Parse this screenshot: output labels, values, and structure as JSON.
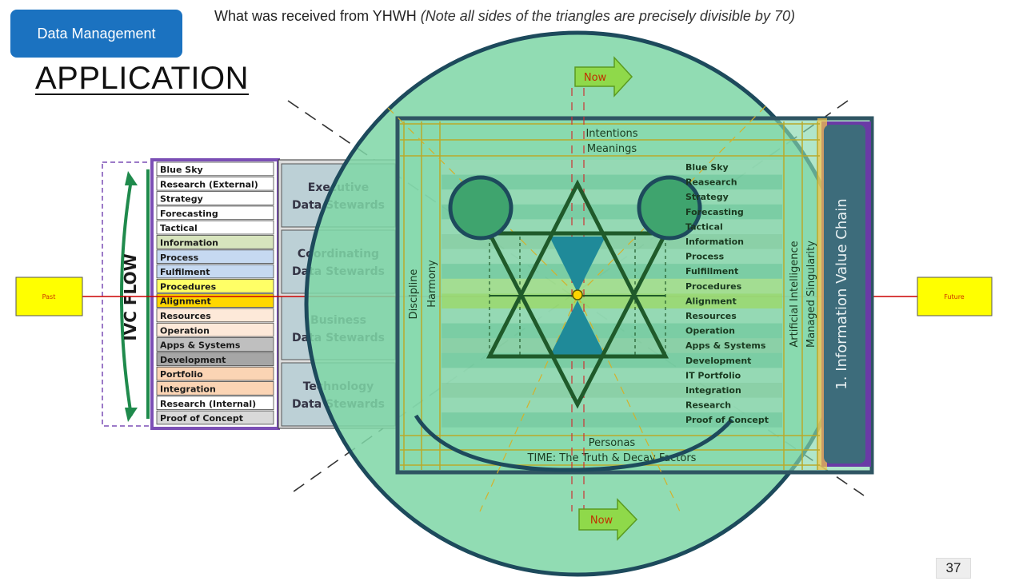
{
  "header": {
    "badge": "Data Management",
    "title_main": "What was received from YHWH ",
    "title_note": "(Note all sides of the triangles are precisely divisible by 70)",
    "app_title": "APPLICATION"
  },
  "timeline": {
    "past": "Past",
    "future": "Future",
    "now_top": "Now",
    "now_bottom": "Now"
  },
  "ivc_flow_label": "IVC FLOW",
  "left_list": [
    "Blue Sky",
    "Research (External)",
    "Strategy",
    "Forecasting",
    "Tactical",
    "Information",
    "Process",
    "Fulfilment",
    "Procedures",
    "Alignment",
    "Resources",
    "Operation",
    "Apps & Systems",
    "Development",
    "Portfolio",
    "Integration",
    "Research (Internal)",
    "Proof of Concept"
  ],
  "left_list_colors": [
    "#ffffff",
    "#ffffff",
    "#ffffff",
    "#ffffff",
    "#ffffff",
    "#d7e4bd",
    "#c6d9f1",
    "#c6d9f1",
    "#ffff66",
    "#ffd700",
    "#fde9d9",
    "#fde9d9",
    "#bfbfbf",
    "#a6a6a6",
    "#fbd4b4",
    "#fbd4b4",
    "#ffffff",
    "#d9d9d9"
  ],
  "stewards": [
    "Executive Data Stewards",
    "Coordinating Data Stewards",
    "Business Data Stewards",
    "Technology Data Stewards"
  ],
  "frame": {
    "top1": "Intentions",
    "top2": "Meanings",
    "bottom1": "Personas",
    "bottom2": "TIME: The Truth & Decay Factors",
    "left1": "Discipline",
    "left2": "Harmony",
    "right1": "Artificial Intelligence",
    "right2": "Managed Singularity",
    "chain": "1. Information Value Chain"
  },
  "right_list": [
    "Blue Sky",
    "Reasearch",
    "Strategy",
    "Forecasting",
    "Tactical",
    "Information",
    "Process",
    "Fulfillment",
    "Procedures",
    "Alignment",
    "Resources",
    "Operation",
    "Apps & Systems",
    "Development",
    "IT Portfolio",
    "Integration",
    "Research",
    "Proof of Concept"
  ],
  "page_number": "37",
  "colors": {
    "badge": "#1b72c0",
    "circle_fill": "#7fd6a6",
    "circle_stroke": "#1d4a5c",
    "frame_stroke": "#2f5563",
    "star": "#1f5a2a",
    "hourglass": "#1f8a99",
    "chain_box": "#6a3aa6",
    "time_line": "#cc0000",
    "timeline_box": "#ffff00"
  }
}
